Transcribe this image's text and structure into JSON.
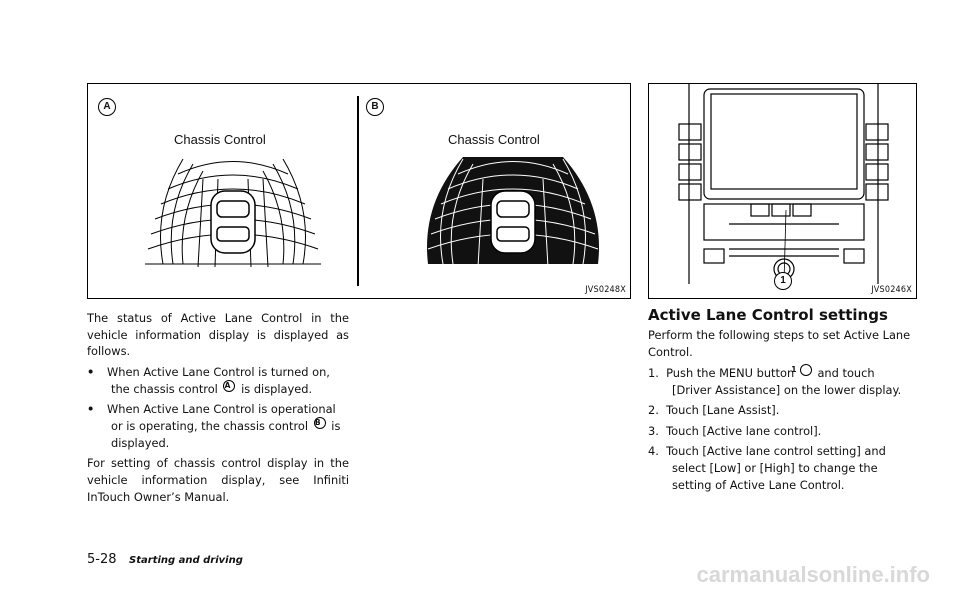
{
  "figure_left": {
    "panel_a": {
      "label": "A",
      "title": "Chassis Control"
    },
    "panel_b": {
      "label": "B",
      "title": "Chassis Control"
    },
    "code": "JVS0248X"
  },
  "figure_right": {
    "callout": "1",
    "code": "JVS0246X"
  },
  "left_column": {
    "intro": "The status of Active Lane Control in the vehicle information display is displayed as follows.",
    "bullets": [
      {
        "before": "When Active Lane Control is turned on, the chassis control",
        "marker": "A",
        "after": "is displayed."
      },
      {
        "before": "When Active Lane Control is operational or is operating, the chassis control",
        "marker": "B",
        "after": "is displayed."
      }
    ],
    "closing": "For setting of chassis control display in the vehicle information display, see Infiniti InTouch Owner’s Manual."
  },
  "right_column": {
    "heading": "Active Lane Control settings",
    "intro": "Perform the following steps to set Active Lane Control.",
    "steps": [
      {
        "num": "1.",
        "before": "Push the MENU button",
        "marker": "1",
        "after": "and touch [Driver Assistance] on the lower display."
      },
      {
        "num": "2.",
        "text": "Touch [Lane Assist]."
      },
      {
        "num": "3.",
        "text": "Touch [Active lane control]."
      },
      {
        "num": "4.",
        "text": "Touch [Active lane control setting] and select [Low] or [High] to change the setting of Active Lane Control."
      }
    ]
  },
  "footer": {
    "page_number": "5-28",
    "section": "Starting and driving",
    "watermark": "carmanualsonline.info"
  }
}
